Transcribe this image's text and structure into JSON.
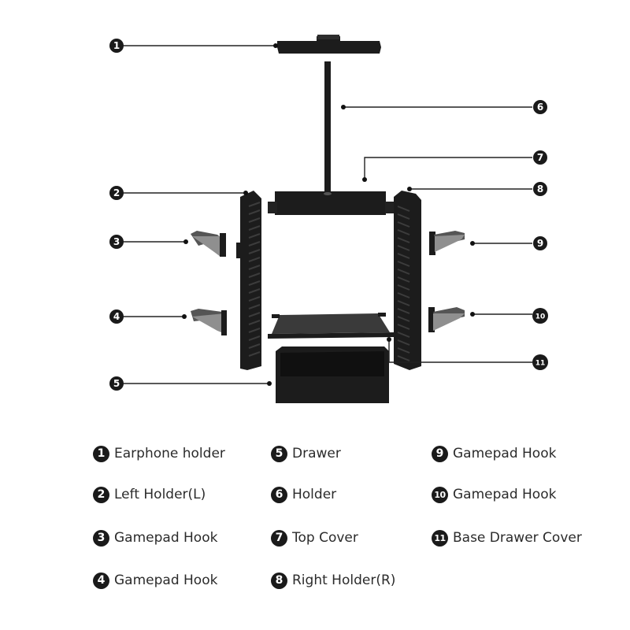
{
  "callouts": [
    "1",
    "2",
    "3",
    "4",
    "5",
    "6",
    "7",
    "8",
    "9",
    "10",
    "11"
  ],
  "legend": [
    {
      "num": "1",
      "label": "Earphone holder"
    },
    {
      "num": "2",
      "label": "Left Holder(L)"
    },
    {
      "num": "3",
      "label": "Gamepad Hook"
    },
    {
      "num": "4",
      "label": "Gamepad Hook"
    },
    {
      "num": "5",
      "label": "Drawer"
    },
    {
      "num": "6",
      "label": "Holder"
    },
    {
      "num": "7",
      "label": "Top Cover"
    },
    {
      "num": "8",
      "label": "Right Holder(R)"
    },
    {
      "num": "9",
      "label": "Gamepad Hook"
    },
    {
      "num": "10",
      "label": "Gamepad Hook"
    },
    {
      "num": "11",
      "label": "Base Drawer Cover"
    }
  ],
  "colors": {
    "part": "#1c1c1c",
    "part_face": "#3a3a3a",
    "hook": "#8a8a8a",
    "leader": "#222222",
    "badge": "#1a1a1a"
  }
}
